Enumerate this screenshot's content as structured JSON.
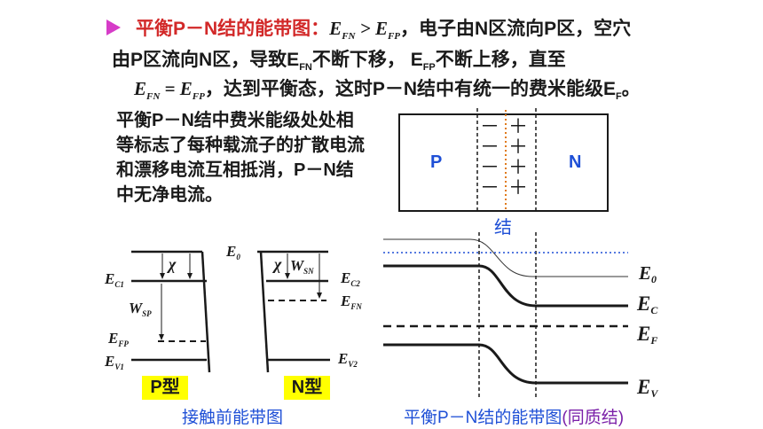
{
  "bullet_icon": "magenta-arrowhead",
  "heading": {
    "title": "平衡P－N结的能带图：",
    "ineq_left": "E",
    "ineq_left_sub": "FN",
    "ineq_op": " > ",
    "ineq_right": "E",
    "ineq_right_sub": "FP",
    "line1_tail": "，电子由N区流向P区，空穴",
    "line2_a": "由P区流向N区，导致E",
    "line2_sub1": "FN",
    "line2_b": "不断下移， E",
    "line2_sub2": "FP",
    "line2_c": "不断上移，直至",
    "eq_left": "E",
    "eq_left_sub": "FN",
    "eq_op": " = ",
    "eq_right": "E",
    "eq_right_sub": "FP",
    "line3_tail": "，达到平衡态，这时P－N结中有统一的费米能级E",
    "line3_sub": "F",
    "line3_end": "。"
  },
  "paragraph": {
    "l1": "平衡P－N结中费米能级处处相",
    "l2": "等标志了每种载流子的扩散电流",
    "l3": "和漂移电流互相抵消，P－N结",
    "l4": "中无净电流。"
  },
  "junction_box": {
    "p_label": "P",
    "n_label": "N",
    "minus": "－",
    "plus": "＋",
    "junction_label": "结"
  },
  "before_contact": {
    "e0": "E",
    "e0_sub": "0",
    "ec1": "E",
    "ec1_sub": "C1",
    "chi_left": "χ",
    "wsp": "W",
    "wsp_sub": "SP",
    "efp": "E",
    "efp_sub": "FP",
    "ev1": "E",
    "ev1_sub": "V1",
    "chi_right": "χ",
    "wsn": "W",
    "wsn_sub": "SN",
    "ec2": "E",
    "ec2_sub": "C2",
    "efn": "E",
    "efn_sub": "FN",
    "ev2": "E",
    "ev2_sub": "V2",
    "p_type": "P型",
    "n_type": "N型",
    "caption": "接触前能带图"
  },
  "equilibrium": {
    "e0": "E",
    "e0_sub": "0",
    "ec": "E",
    "ec_sub": "C",
    "ef": "E",
    "ef_sub": "F",
    "ev": "E",
    "ev_sub": "V",
    "caption_main": "平衡P－N结的能带图",
    "caption_paren": "(同质结)"
  },
  "colors": {
    "bullet": "#d63cc8",
    "bold_red": "#d22828",
    "blue": "#1e4fd6",
    "purple": "#7a1fa8",
    "orange_dots": "#e07a1a",
    "highlight": "#ffff00"
  }
}
